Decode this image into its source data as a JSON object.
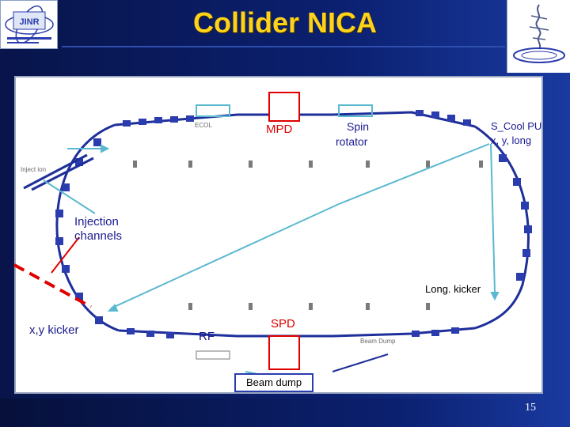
{
  "slide": {
    "title": "Collider NICA",
    "page_number": "15"
  },
  "logos": {
    "left": {
      "name": "jinr-logo",
      "text": "JINR"
    },
    "right": {
      "name": "nica-logo"
    }
  },
  "labels": {
    "mpd": "MPD",
    "spin_rotator": "Spin\nrotator",
    "spin": "Spin",
    "rotator": "rotator",
    "s_cool_line1": "S_Cool PU",
    "s_cool_line2": "x, y, long",
    "injection_line1": "Injection",
    "injection_line2": "channels",
    "long_kicker": "Long. kicker",
    "xy_kicker": "x,y kicker",
    "rf": "RF",
    "spd": "SPD",
    "beam_dump": "Beam dump",
    "small_ecool": "ECOL",
    "small_inject": "Inject   ion",
    "small_beam_dump": "Beam Dump"
  },
  "colors": {
    "background": "#0a1a5c",
    "title": "#ffd21a",
    "label": "#1a1a90",
    "red": "#e00000",
    "cyan": "#5ab8d0",
    "magnet": "#2a3cae"
  }
}
